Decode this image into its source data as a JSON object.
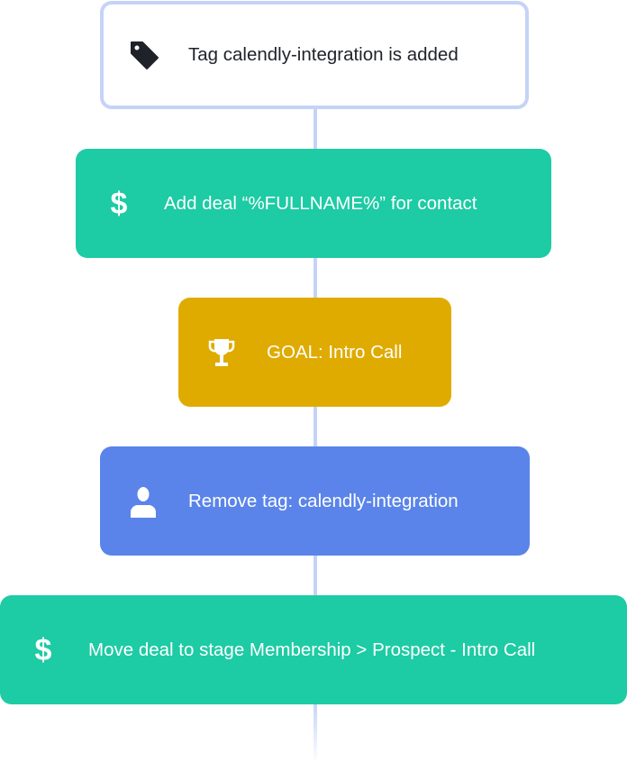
{
  "workflow": {
    "trigger": {
      "label": "Tag calendly-integration is added",
      "icon": "tag-icon"
    },
    "steps": [
      {
        "label": "Add deal “%FULLNAME%” for contact",
        "icon": "dollar-icon",
        "icon_glyph": "$",
        "color": "#1dcba4"
      },
      {
        "label": "GOAL: Intro Call",
        "icon": "trophy-icon",
        "color": "#dfab01"
      },
      {
        "label": "Remove tag: calendly-integration",
        "icon": "user-icon",
        "color": "#5a84e9"
      },
      {
        "label": "Move deal to stage Membership > Prospect - Intro Call",
        "icon": "dollar-icon",
        "icon_glyph": "$",
        "color": "#1dcba4"
      }
    ],
    "connector_color": "#c5d3f7"
  }
}
